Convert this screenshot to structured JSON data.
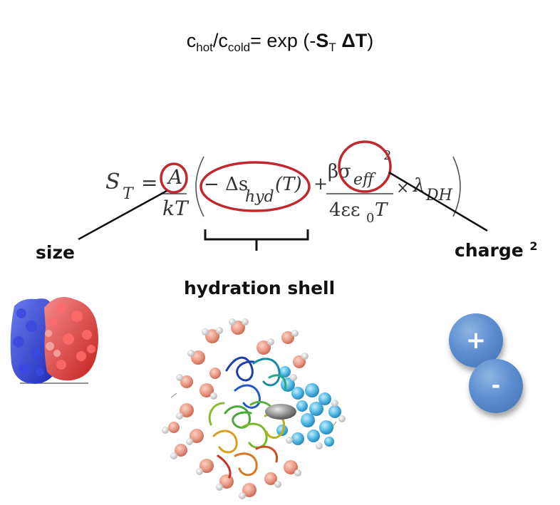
{
  "equation_top": {
    "c": "c",
    "hot": "hot",
    "slash": "/c",
    "cold": "cold",
    "mid": "= exp (-",
    "S": "S",
    "T": "T",
    "delta": " ΔT",
    "close": ")"
  },
  "equation_main": {
    "lhs": "S",
    "lhs_sub": "T",
    "equals": "=",
    "A": "A",
    "kT": "kT",
    "minus_ds": "− Δs",
    "hyd": "hyd",
    "of_T": "(T)",
    "plus": "+",
    "beta_sigma": "βσ",
    "eff": "eff",
    "squared": "2",
    "denominator": "4εε",
    "zero": "0",
    "T2": "T",
    "times": "×",
    "lambda": "λ",
    "DH": "DH"
  },
  "labels": {
    "size": "size",
    "hydration_shell": "hydration shell",
    "charge": "charge",
    "charge_sup": "2"
  },
  "charges": {
    "positive": "+",
    "negative": "-"
  },
  "colors": {
    "highlight_circle": "#c0282d",
    "charge_sphere": "#5d8fd0",
    "protein_blue": "#2f3fd6",
    "protein_red": "#e23b3b",
    "water_salmon": "#e99a86",
    "water_cyan": "#4fb8e6"
  }
}
